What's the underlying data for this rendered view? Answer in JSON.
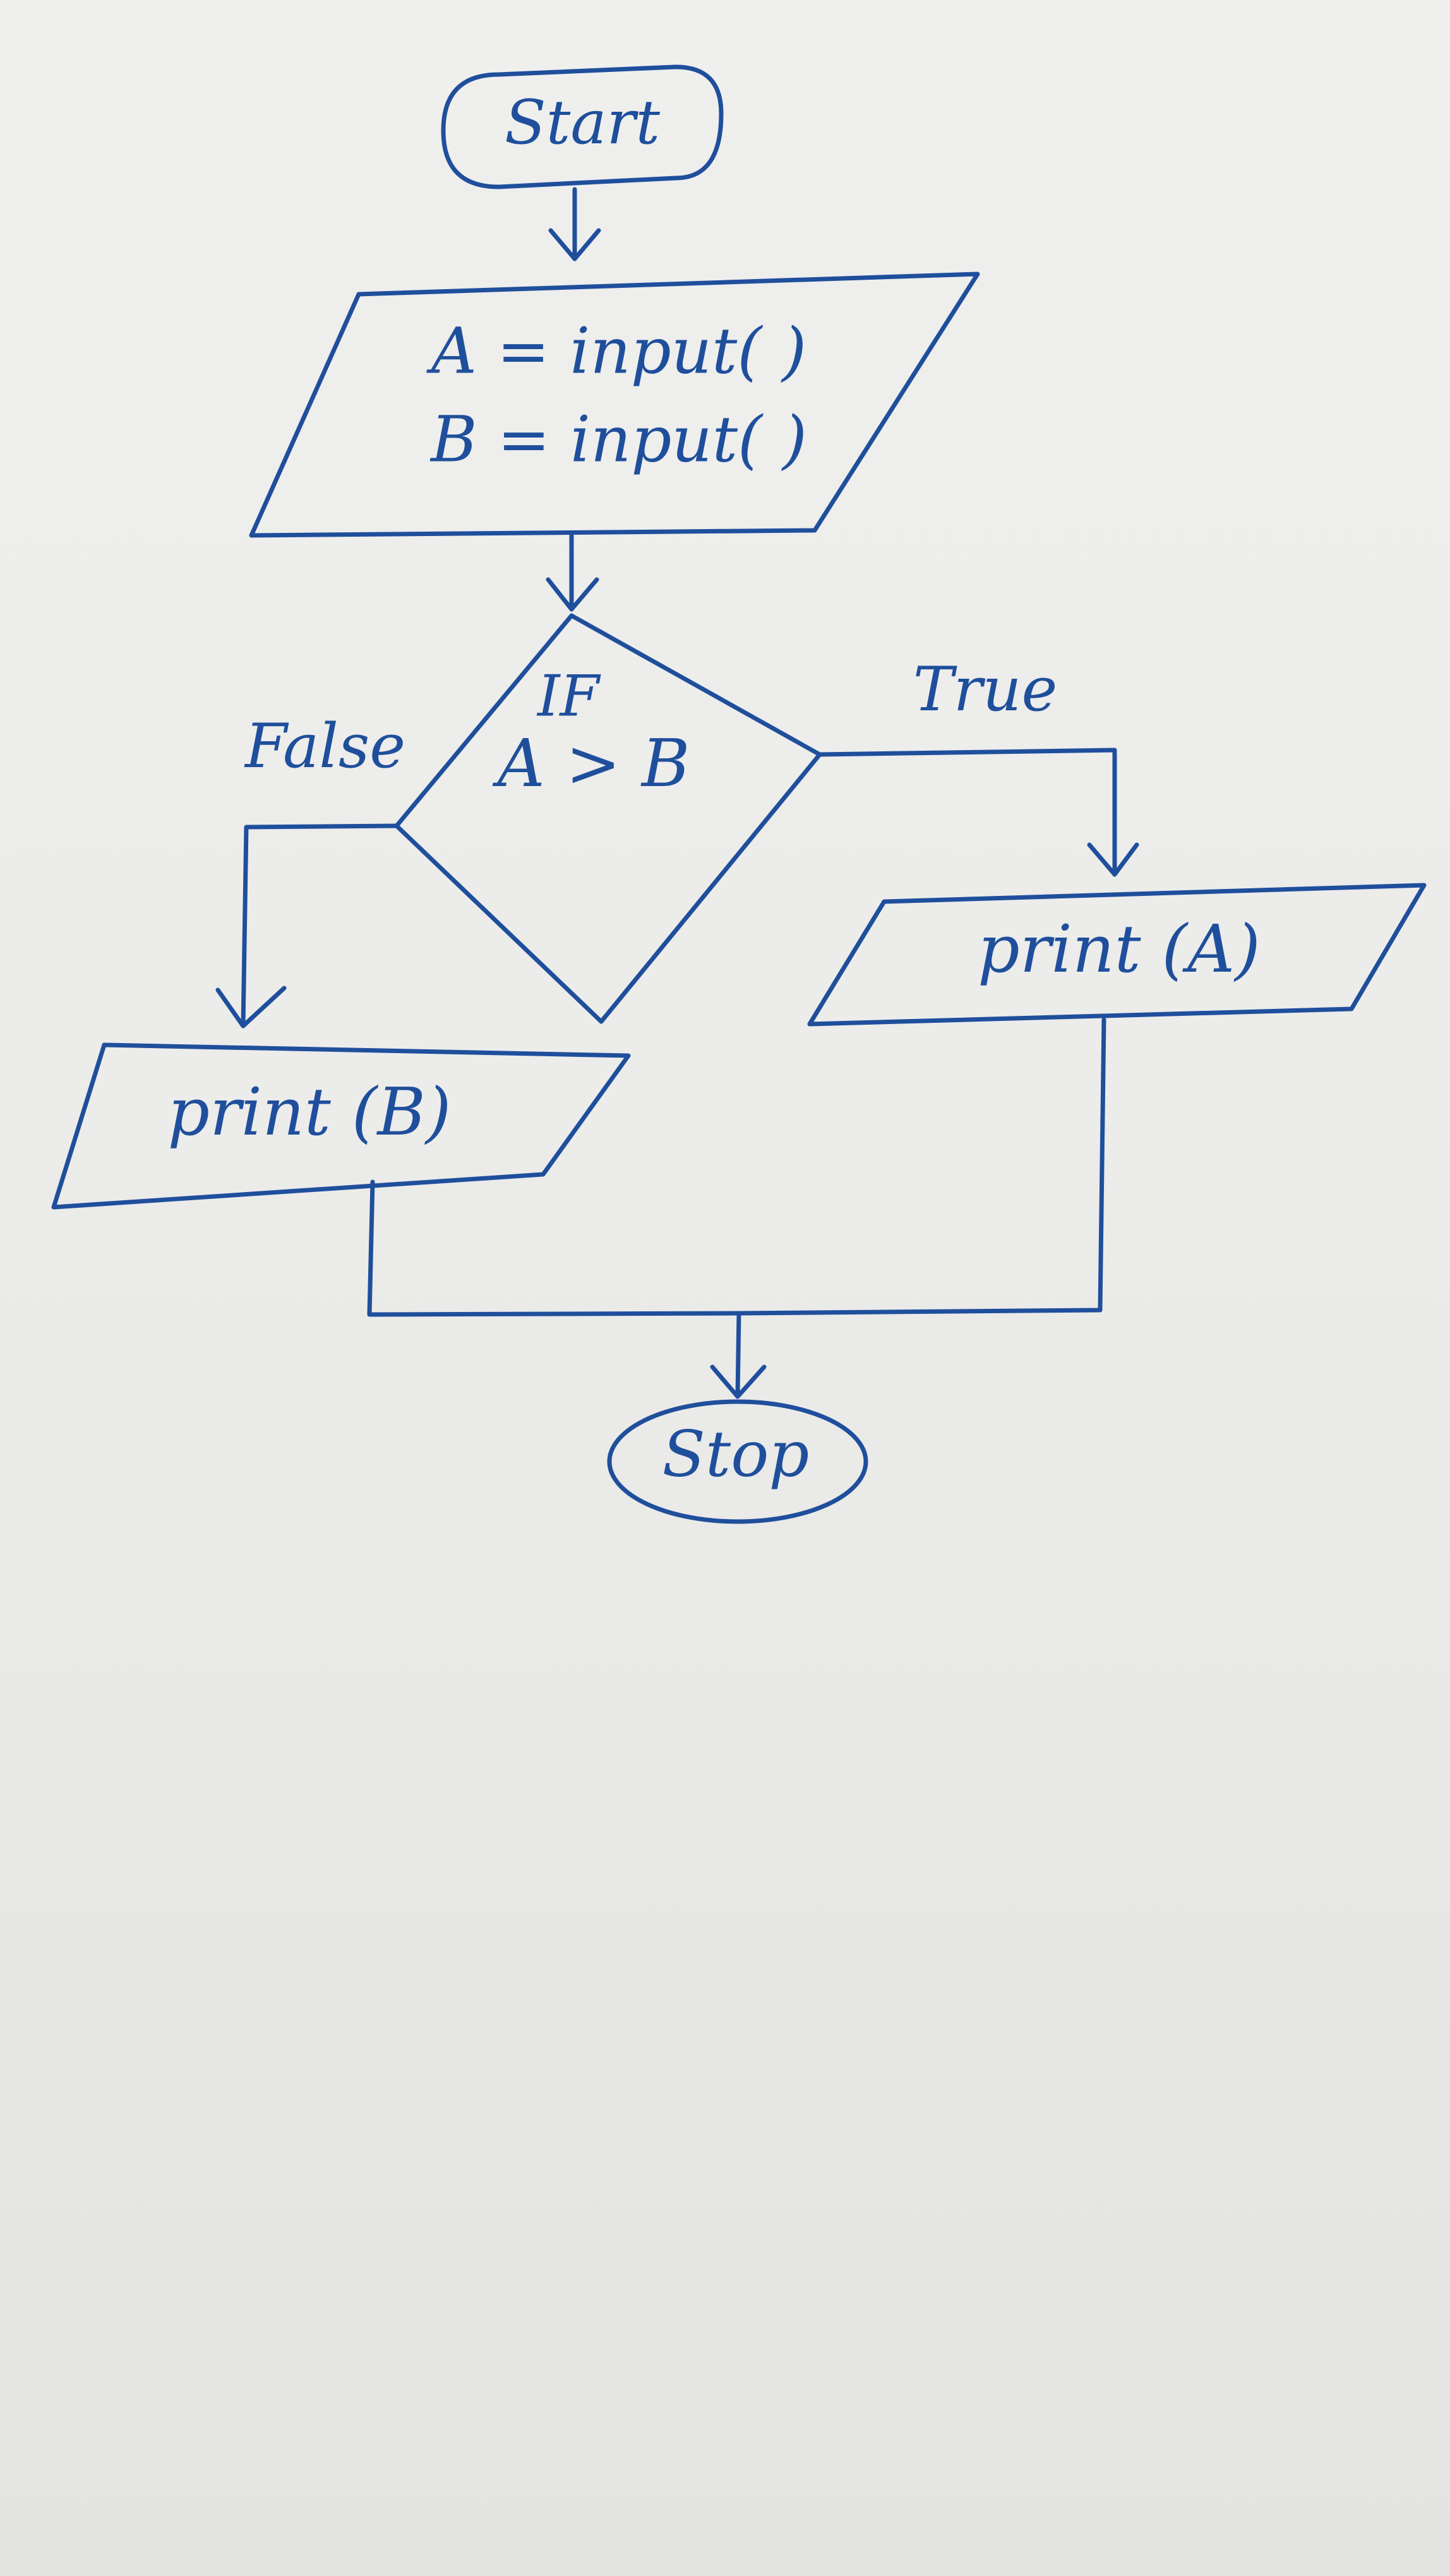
{
  "colors": {
    "ink": "#1f4f9c",
    "paper": "#ececea"
  },
  "diagram": {
    "nodes": {
      "start": {
        "shape": "terminal",
        "label": "Start"
      },
      "input": {
        "shape": "parallelogram",
        "lines": [
          "A = input( )",
          "B = input( )"
        ]
      },
      "decision": {
        "shape": "diamond",
        "lines": [
          "IF",
          "A > B"
        ]
      },
      "print_a": {
        "shape": "parallelogram",
        "label": "print (A)"
      },
      "print_b": {
        "shape": "parallelogram",
        "label": "print (B)"
      },
      "stop": {
        "shape": "terminal",
        "label": "Stop"
      }
    },
    "edges": [
      {
        "from": "start",
        "to": "input",
        "label": ""
      },
      {
        "from": "input",
        "to": "decision",
        "label": ""
      },
      {
        "from": "decision",
        "to": "print_a",
        "label": "True"
      },
      {
        "from": "decision",
        "to": "print_b",
        "label": "False"
      },
      {
        "from": "print_a",
        "to": "stop",
        "label": ""
      },
      {
        "from": "print_b",
        "to": "stop",
        "label": ""
      }
    ],
    "edge_labels": {
      "true": "True",
      "false": "False"
    }
  }
}
